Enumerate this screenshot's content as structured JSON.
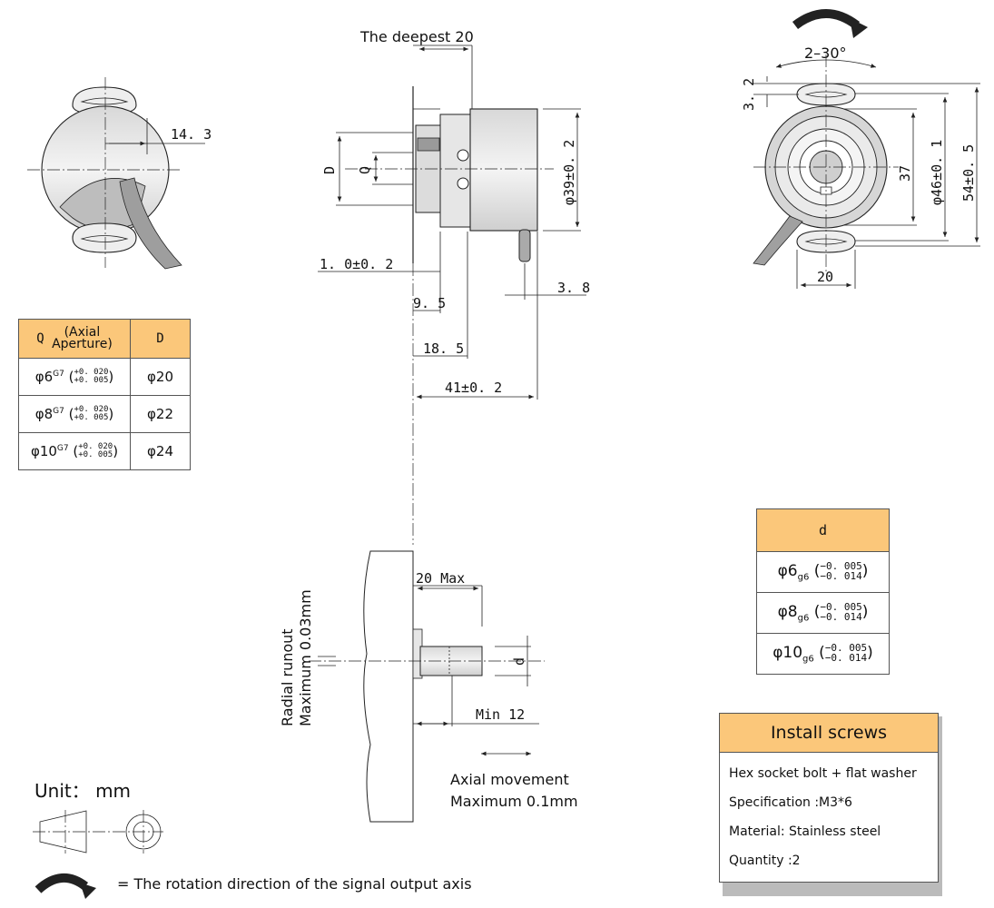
{
  "dimensions": {
    "deepest": "The deepest 20",
    "d_14_3": "14. 3",
    "d_D": "D",
    "d_Q": "Q",
    "d_phi39": "φ39±0. 2",
    "d_1_0": "1. 0±0. 2",
    "d_9_5": "9. 5",
    "d_18_5": "18. 5",
    "d_41": "41±0. 2",
    "d_3_8": "3. 8",
    "d_angle": "2–30°",
    "d_3_2": "3. 2",
    "d_37": "37",
    "d_phi46": "φ46±0. 1",
    "d_54": "54±0. 5",
    "d_20": "20",
    "d_20max": "20 Max",
    "d_min12": "Min 12",
    "d_small": "d"
  },
  "annotations": {
    "radial_line1": "Radial runout",
    "radial_line2": "Maximum 0.03mm",
    "axial_line1": "Axial movement",
    "axial_line2": "Maximum 0.1mm"
  },
  "q_table": {
    "header_q": "Q",
    "header_q_sub1": "(Axial",
    "header_q_sub2": "Aperture)",
    "header_d": "D",
    "rows": [
      {
        "q": "φ6",
        "fit": "G7",
        "tol_up": "+0. 020",
        "tol_lo": "+0. 005",
        "d": "φ20"
      },
      {
        "q": "φ8",
        "fit": "G7",
        "tol_up": "+0. 020",
        "tol_lo": "+0. 005",
        "d": "φ22"
      },
      {
        "q": "φ10",
        "fit": "G7",
        "tol_up": "+0. 020",
        "tol_lo": "+0. 005",
        "d": "φ24"
      }
    ]
  },
  "d_table": {
    "header": "d",
    "rows": [
      {
        "d": "φ6",
        "fit": "g6",
        "tol_up": "−0. 005",
        "tol_lo": "−0. 014"
      },
      {
        "d": "φ8",
        "fit": "g6",
        "tol_up": "−0. 005",
        "tol_lo": "−0. 014"
      },
      {
        "d": "φ10",
        "fit": "g6",
        "tol_up": "−0. 005",
        "tol_lo": "−0. 014"
      }
    ]
  },
  "screws": {
    "title": "Install screws",
    "lines": [
      "Hex socket bolt + flat washer",
      "Specification :M3*6",
      "Material: Stainless steel",
      "Quantity :2"
    ]
  },
  "unit": "Unit： mm",
  "legend": "=  The rotation direction of the signal output axis",
  "colors": {
    "table_header": "#fbc77a",
    "line": "#222222"
  }
}
